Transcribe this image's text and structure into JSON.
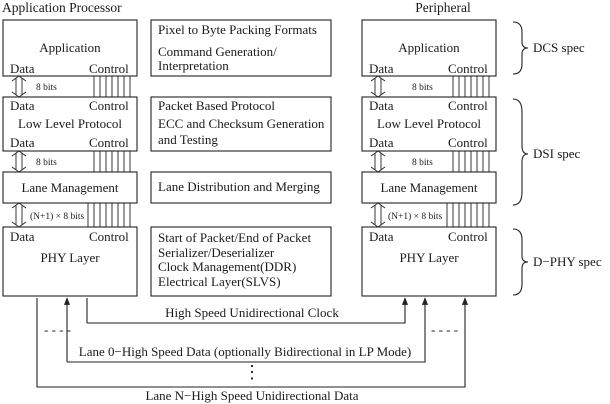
{
  "headers": {
    "left": "Application Processor",
    "right": "Peripheral"
  },
  "layers": {
    "application": "Application",
    "low_level_protocol": "Low Level Protocol",
    "lane_management": "Lane Management",
    "phy_layer": "PHY Layer",
    "data": "Data",
    "control": "Control"
  },
  "buses": {
    "app_to_llp": "8 bits",
    "llp_to_lane": "8 bits",
    "lane_to_phy": "(N+1) × 8 bits"
  },
  "descriptions": {
    "app": [
      "Pixel to Byte Packing Formats",
      "Command Generation/",
      "Interpretation"
    ],
    "llp": [
      "Packet Based Protocol",
      "ECC and Checksum Generation",
      "and Testing"
    ],
    "lane": [
      "Lane Distribution and Merging"
    ],
    "phy": [
      "Start of Packet/End of Packet",
      "Serializer/Deserializer",
      "Clock Management(DDR)",
      "Electrical Layer(SLVS)"
    ]
  },
  "specs": {
    "dcs": "DCS spec",
    "dsi": "DSI spec",
    "dphy": "D−PHY spec"
  },
  "links": {
    "clock": "High Speed Unidirectional Clock",
    "lane0": "Lane 0−High Speed Data (optionally Bidirectional in LP Mode)",
    "laneN": "Lane N−High Speed Unidirectional Data",
    "dashes": "- - - -",
    "vdots": "⋮"
  }
}
